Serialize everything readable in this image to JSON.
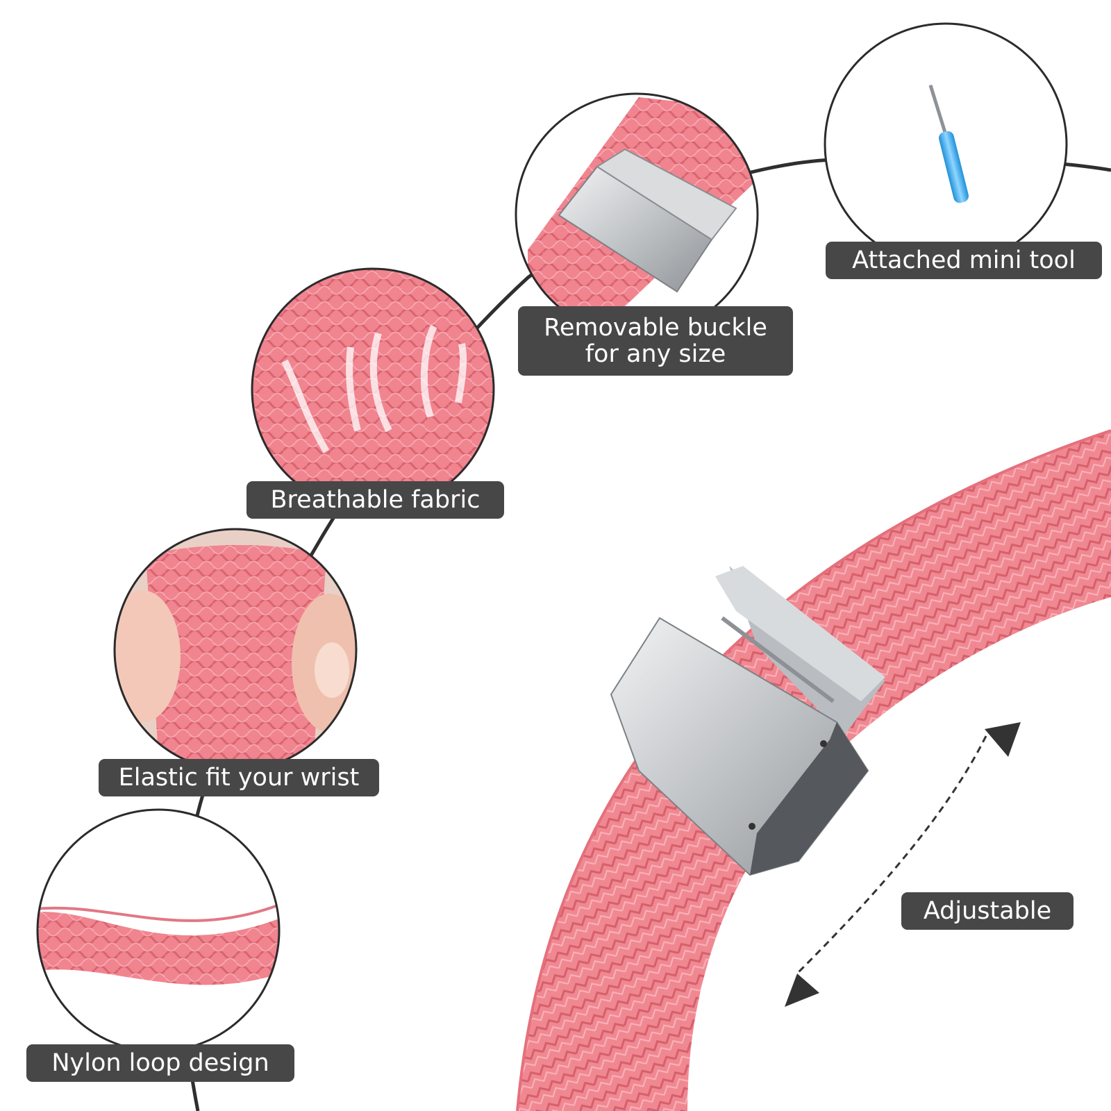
{
  "features": [
    {
      "id": "nylon-loop",
      "label": "Nylon loop design"
    },
    {
      "id": "elastic-fit",
      "label": "Elastic fit your wrist"
    },
    {
      "id": "breathable",
      "label": "Breathable fabric"
    },
    {
      "id": "removable-buckle",
      "label_line1": "Removable buckle",
      "label_line2": "for any size"
    },
    {
      "id": "mini-tool",
      "label": "Attached mini tool"
    }
  ],
  "adjustable_label": "Adjustable",
  "colors": {
    "band_pink": "#f0848f",
    "band_shadow": "#d9636f",
    "metal": "#c9ccce",
    "label_bg": "#474747",
    "arc_line": "#2f2f2f",
    "tool_blue": "#4fb7f0"
  }
}
